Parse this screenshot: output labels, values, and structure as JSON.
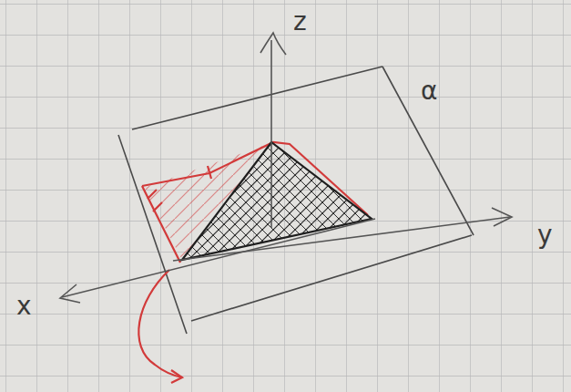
{
  "diagram": {
    "labels": [
      "z",
      "y",
      "x",
      "α"
    ]
  }
}
